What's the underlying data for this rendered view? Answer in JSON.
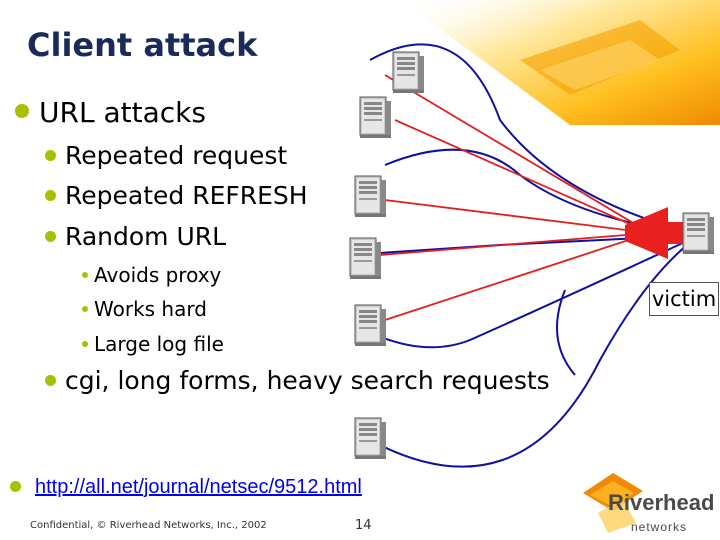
{
  "slide": {
    "title": "Client attack",
    "bullets": [
      {
        "level": 1,
        "text": "URL attacks"
      },
      {
        "level": 2,
        "text": "Repeated request"
      },
      {
        "level": 2,
        "text": "Repeated REFRESH"
      },
      {
        "level": 2,
        "text": "Random URL"
      },
      {
        "level": 3,
        "text": "Avoids proxy"
      },
      {
        "level": 3,
        "text": "Works hard"
      },
      {
        "level": 3,
        "text": "Large log file"
      },
      {
        "level": 2,
        "text": "cgi, long forms, heavy search requests"
      }
    ],
    "link_text": "http://all.net/journal/netsec/9512.html",
    "victim_label": "victim",
    "footer_text": "Confidential, © Riverhead Networks, Inc., 2002",
    "page_number": "14",
    "logo": {
      "name": "Riverhead",
      "sub": "networks"
    },
    "colors": {
      "title": "#1a2a5a",
      "bullet": "#a8c000",
      "attack_line": "#e02020",
      "link": "#0000ee",
      "curve": "#1010a0"
    },
    "icons": [
      "server-icon",
      "orange-corner-graphic",
      "riverhead-logo"
    ]
  }
}
